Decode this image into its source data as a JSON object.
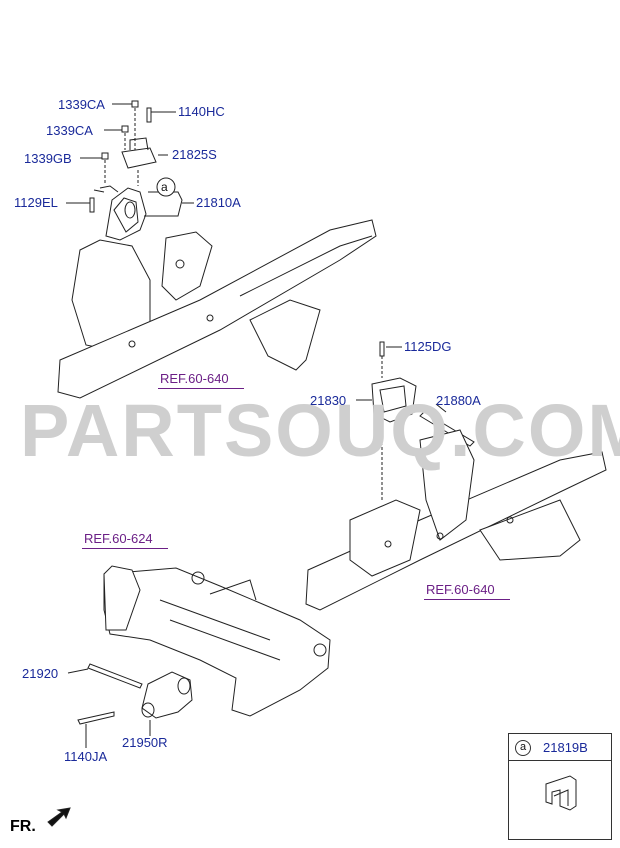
{
  "watermark": "PARTSOUQ.COM",
  "orientation_label": "FR.",
  "callout_letter": "a",
  "inset": {
    "letter": "a",
    "part": "21819B"
  },
  "labels": {
    "p1339CA_top": "1339CA",
    "p1140HC": "1140HC",
    "p1339CA_mid": "1339CA",
    "p21825S": "21825S",
    "p1339GB": "1339GB",
    "p1129EL": "1129EL",
    "p21810A": "21810A",
    "p1125DG": "1125DG",
    "p21830": "21830",
    "p21880A": "21880A",
    "p21920": "21920",
    "p1140JA": "1140JA",
    "p21950R": "21950R"
  },
  "refs": {
    "ref_left_rail": "REF.60-640",
    "ref_subframe": "REF.60-624",
    "ref_right_rail": "REF.60-640"
  },
  "colors": {
    "label": "#1a2a9a",
    "ref": "#6b1f86",
    "line": "#222222",
    "watermark": "#cfcfcf"
  }
}
